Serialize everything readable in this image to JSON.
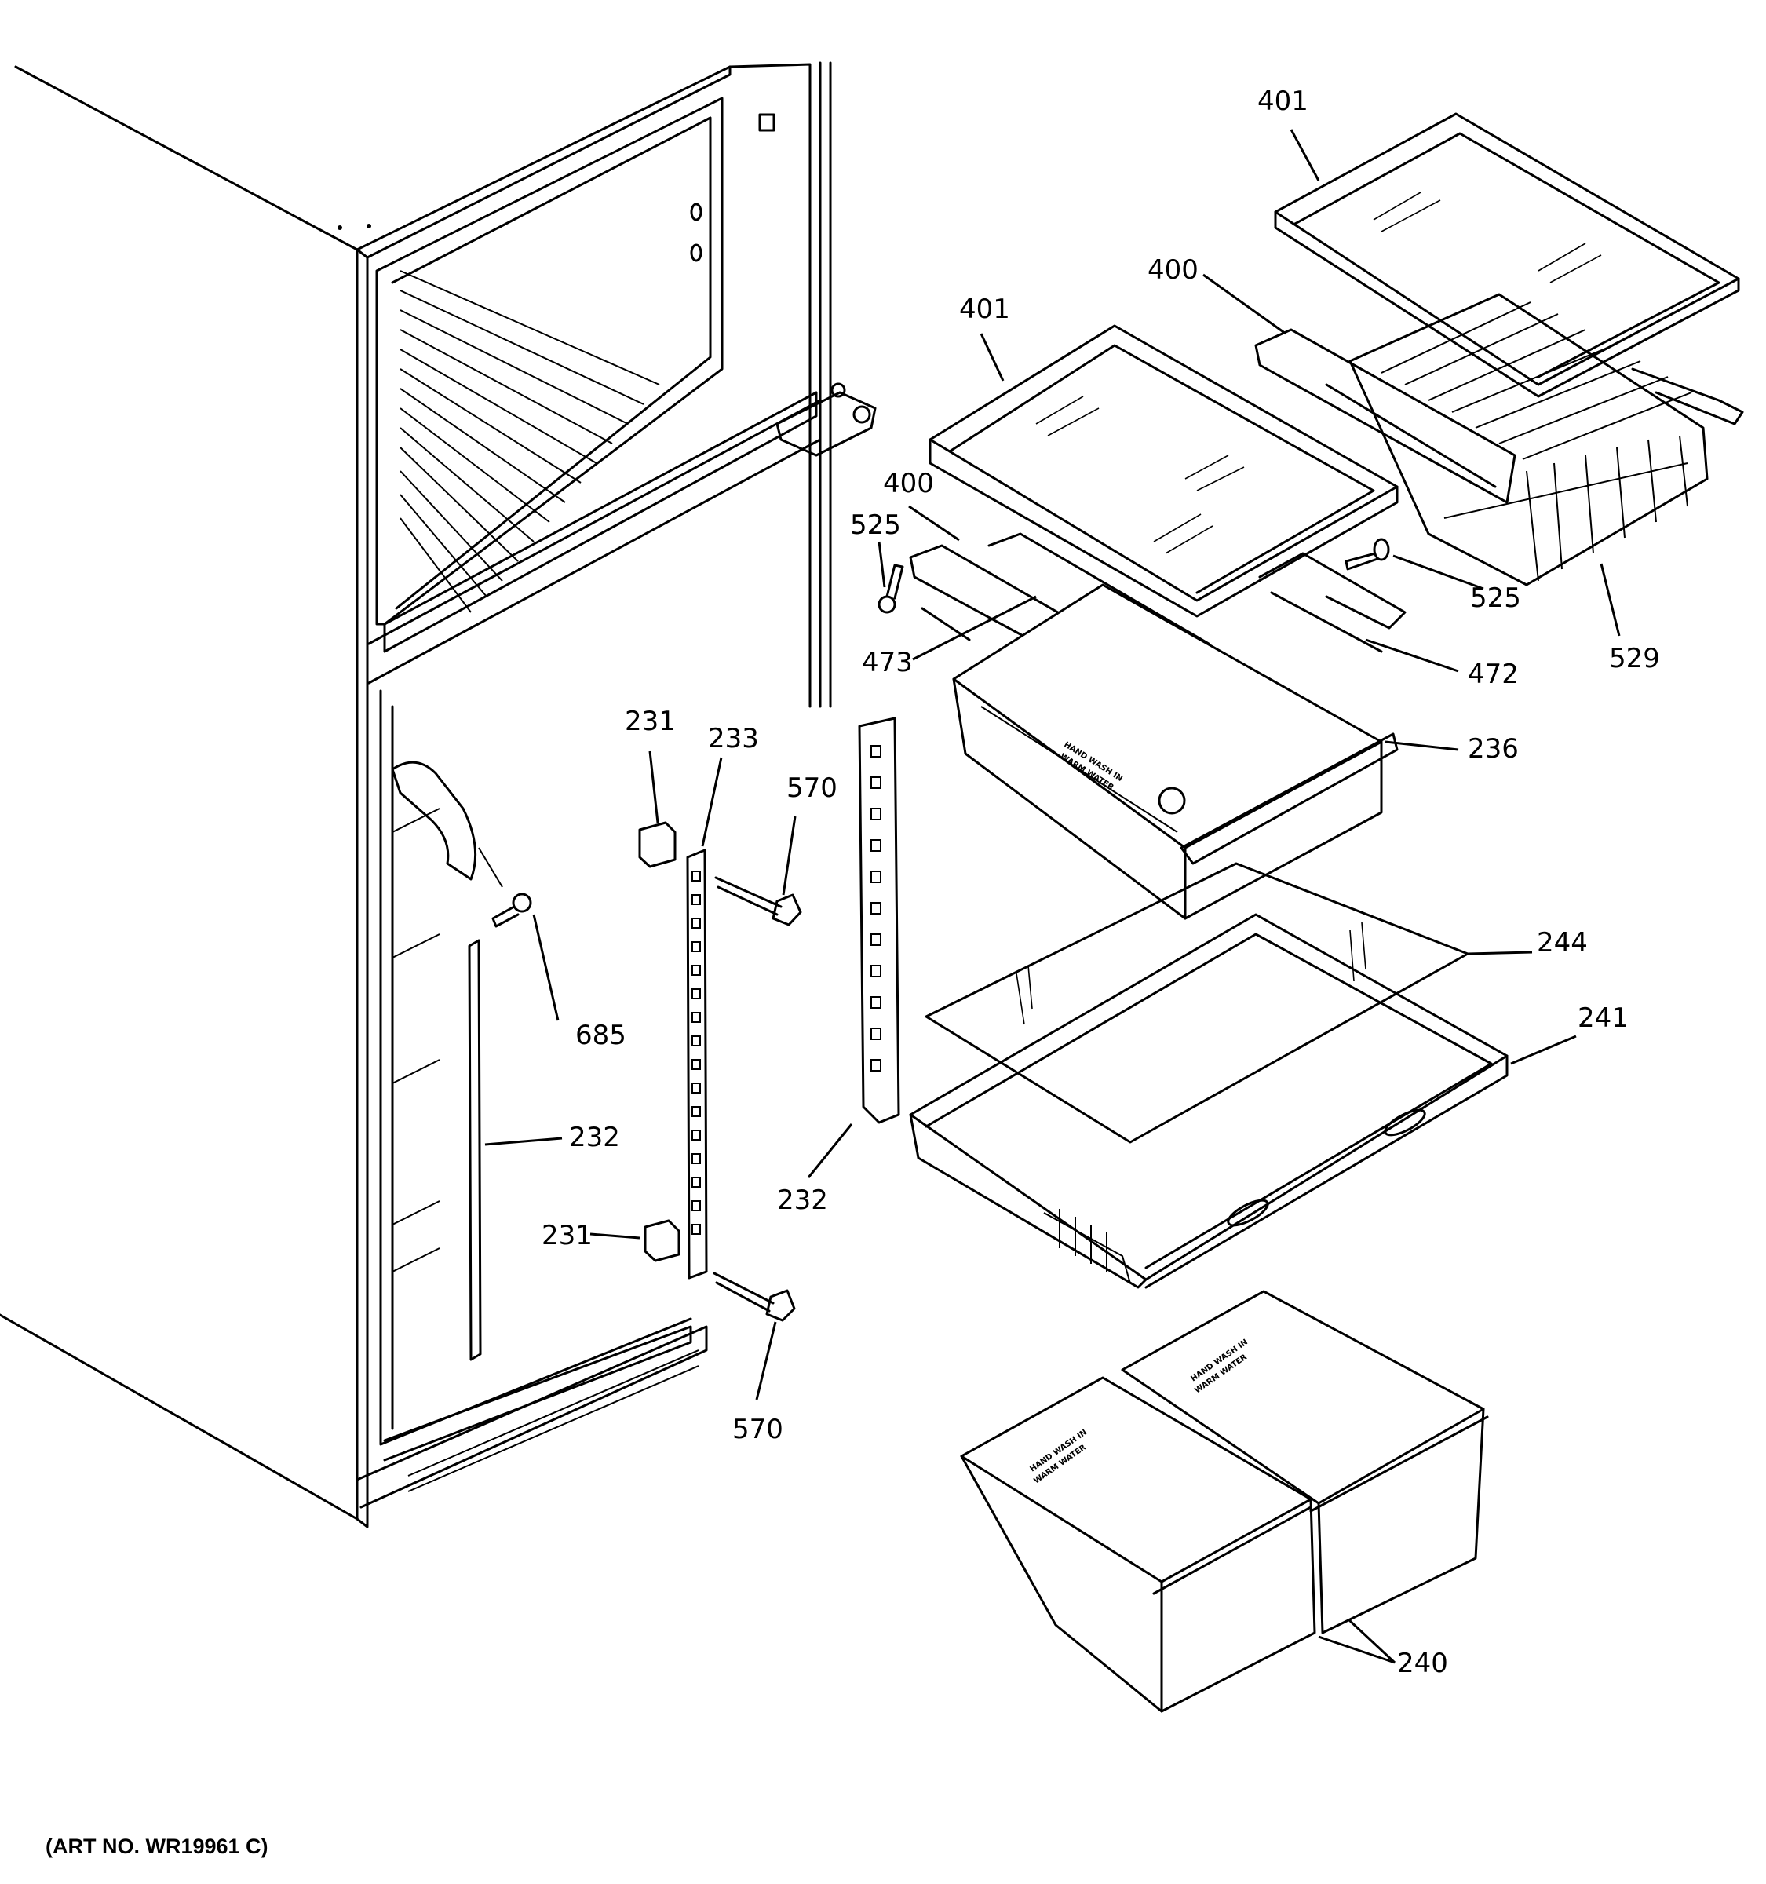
{
  "art_number": "(ART NO. WR19961 C)",
  "callouts": {
    "c401_top": "401",
    "c400_top": "400",
    "c401_mid": "401",
    "c400_mid": "400",
    "c525_left": "525",
    "c525_right": "525",
    "c473": "473",
    "c472": "472",
    "c529": "529",
    "c236": "236",
    "c231_top": "231",
    "c233": "233",
    "c570_top": "570",
    "c685": "685",
    "c244": "244",
    "c241": "241",
    "c232_left": "232",
    "c232_right": "232",
    "c231_bottom": "231",
    "c570_bottom": "570",
    "c240": "240"
  },
  "bin_labels": {
    "pan_line1": "HAND WASH IN",
    "pan_line2": "WARM WATER",
    "left_bin_line1": "HAND WASH IN",
    "left_bin_line2": "WARM WATER",
    "right_bin_line1": "HAND WASH IN",
    "right_bin_line2": "WARM WATER"
  }
}
